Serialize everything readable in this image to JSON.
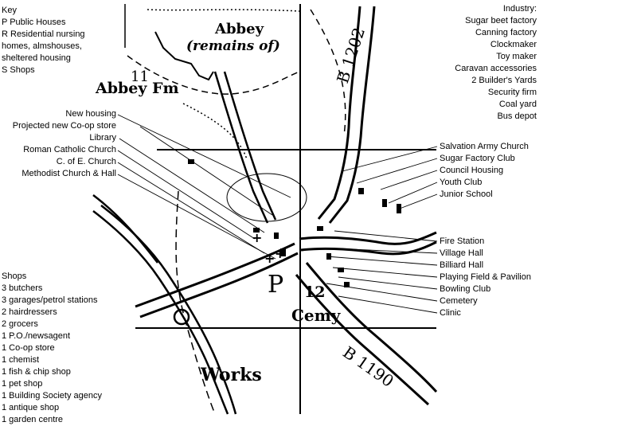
{
  "key": {
    "title": "Key",
    "lines": [
      "P Public Houses",
      "R Residential nursing",
      "homes, almshouses,",
      "sheltered housing",
      "S Shops"
    ]
  },
  "industry": {
    "title": "Industry:",
    "items": [
      "Sugar beet factory",
      "Canning factory",
      "Clockmaker",
      "Toy maker",
      "Caravan accessories",
      "2 Builder's Yards",
      "Security firm",
      "Coal yard",
      "Bus depot"
    ]
  },
  "left_labels": [
    "New housing",
    "Projected new Co-op store",
    "Library",
    "Roman Catholic Church",
    "C. of E. Church",
    "Methodist Church & Hall"
  ],
  "right_labels_upper": [
    "Salvation Army Church",
    "Sugar Factory Club",
    "Council Housing",
    "Youth Club",
    "Junior School"
  ],
  "right_labels_lower": [
    "Fire Station",
    "Village Hall",
    "Billiard Hall",
    "Playing Field & Pavilion",
    "Bowling Club",
    "Cemetery",
    "Clinic"
  ],
  "shops": {
    "title": "Shops",
    "items": [
      "3 butchers",
      "3 garages/petrol stations",
      "2 hairdressers",
      "2 grocers",
      "1 P.O./newsagent",
      "1 Co-op store",
      "1 chemist",
      "1 fish & chip shop",
      "1 pet shop",
      "1 Building Society agency",
      "1 antique shop",
      "1 garden centre"
    ]
  },
  "map_labels": {
    "abbey": "Abbey",
    "remains": "(remains of)",
    "abbey_fm": "Abbey Fm",
    "grid_11": "11",
    "grid_12": "12",
    "p_label": "P",
    "cemy": "Cemy",
    "works": "Works",
    "b1202": "B 1202",
    "b1190": "B 1190"
  }
}
